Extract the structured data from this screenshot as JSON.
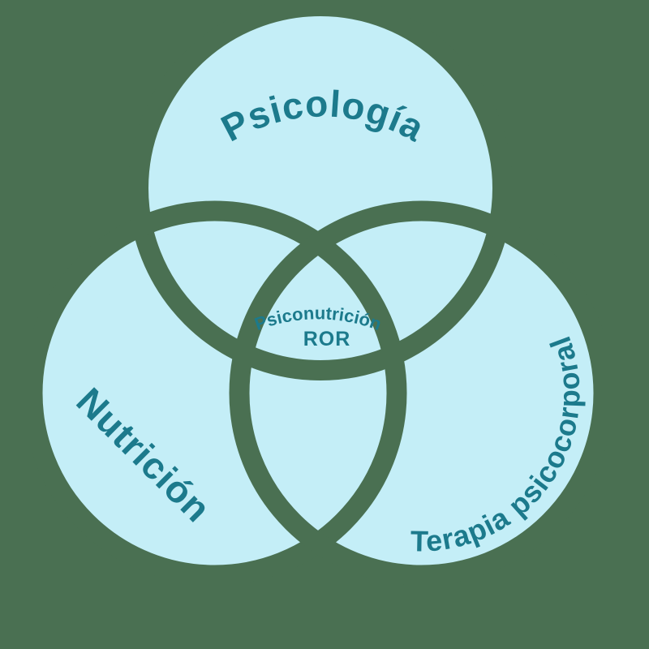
{
  "diagram": {
    "type": "venn-3-circles",
    "title_region": "none"
  },
  "theme": {
    "background_green": "#4A7052",
    "circle_fill_blue": "#C4EEF7",
    "outline_green": "#4A7052",
    "label_teal": "#1C7A8C"
  },
  "venn": {
    "circles": [
      {
        "id": "psicologia",
        "label": "Psicología"
      },
      {
        "id": "nutricion",
        "label": "Nutrición"
      },
      {
        "id": "terapia",
        "label": "Terapia psicocorporal"
      }
    ],
    "center_overlap": {
      "line1": "Psiconutrición",
      "line2": "ROR"
    }
  }
}
